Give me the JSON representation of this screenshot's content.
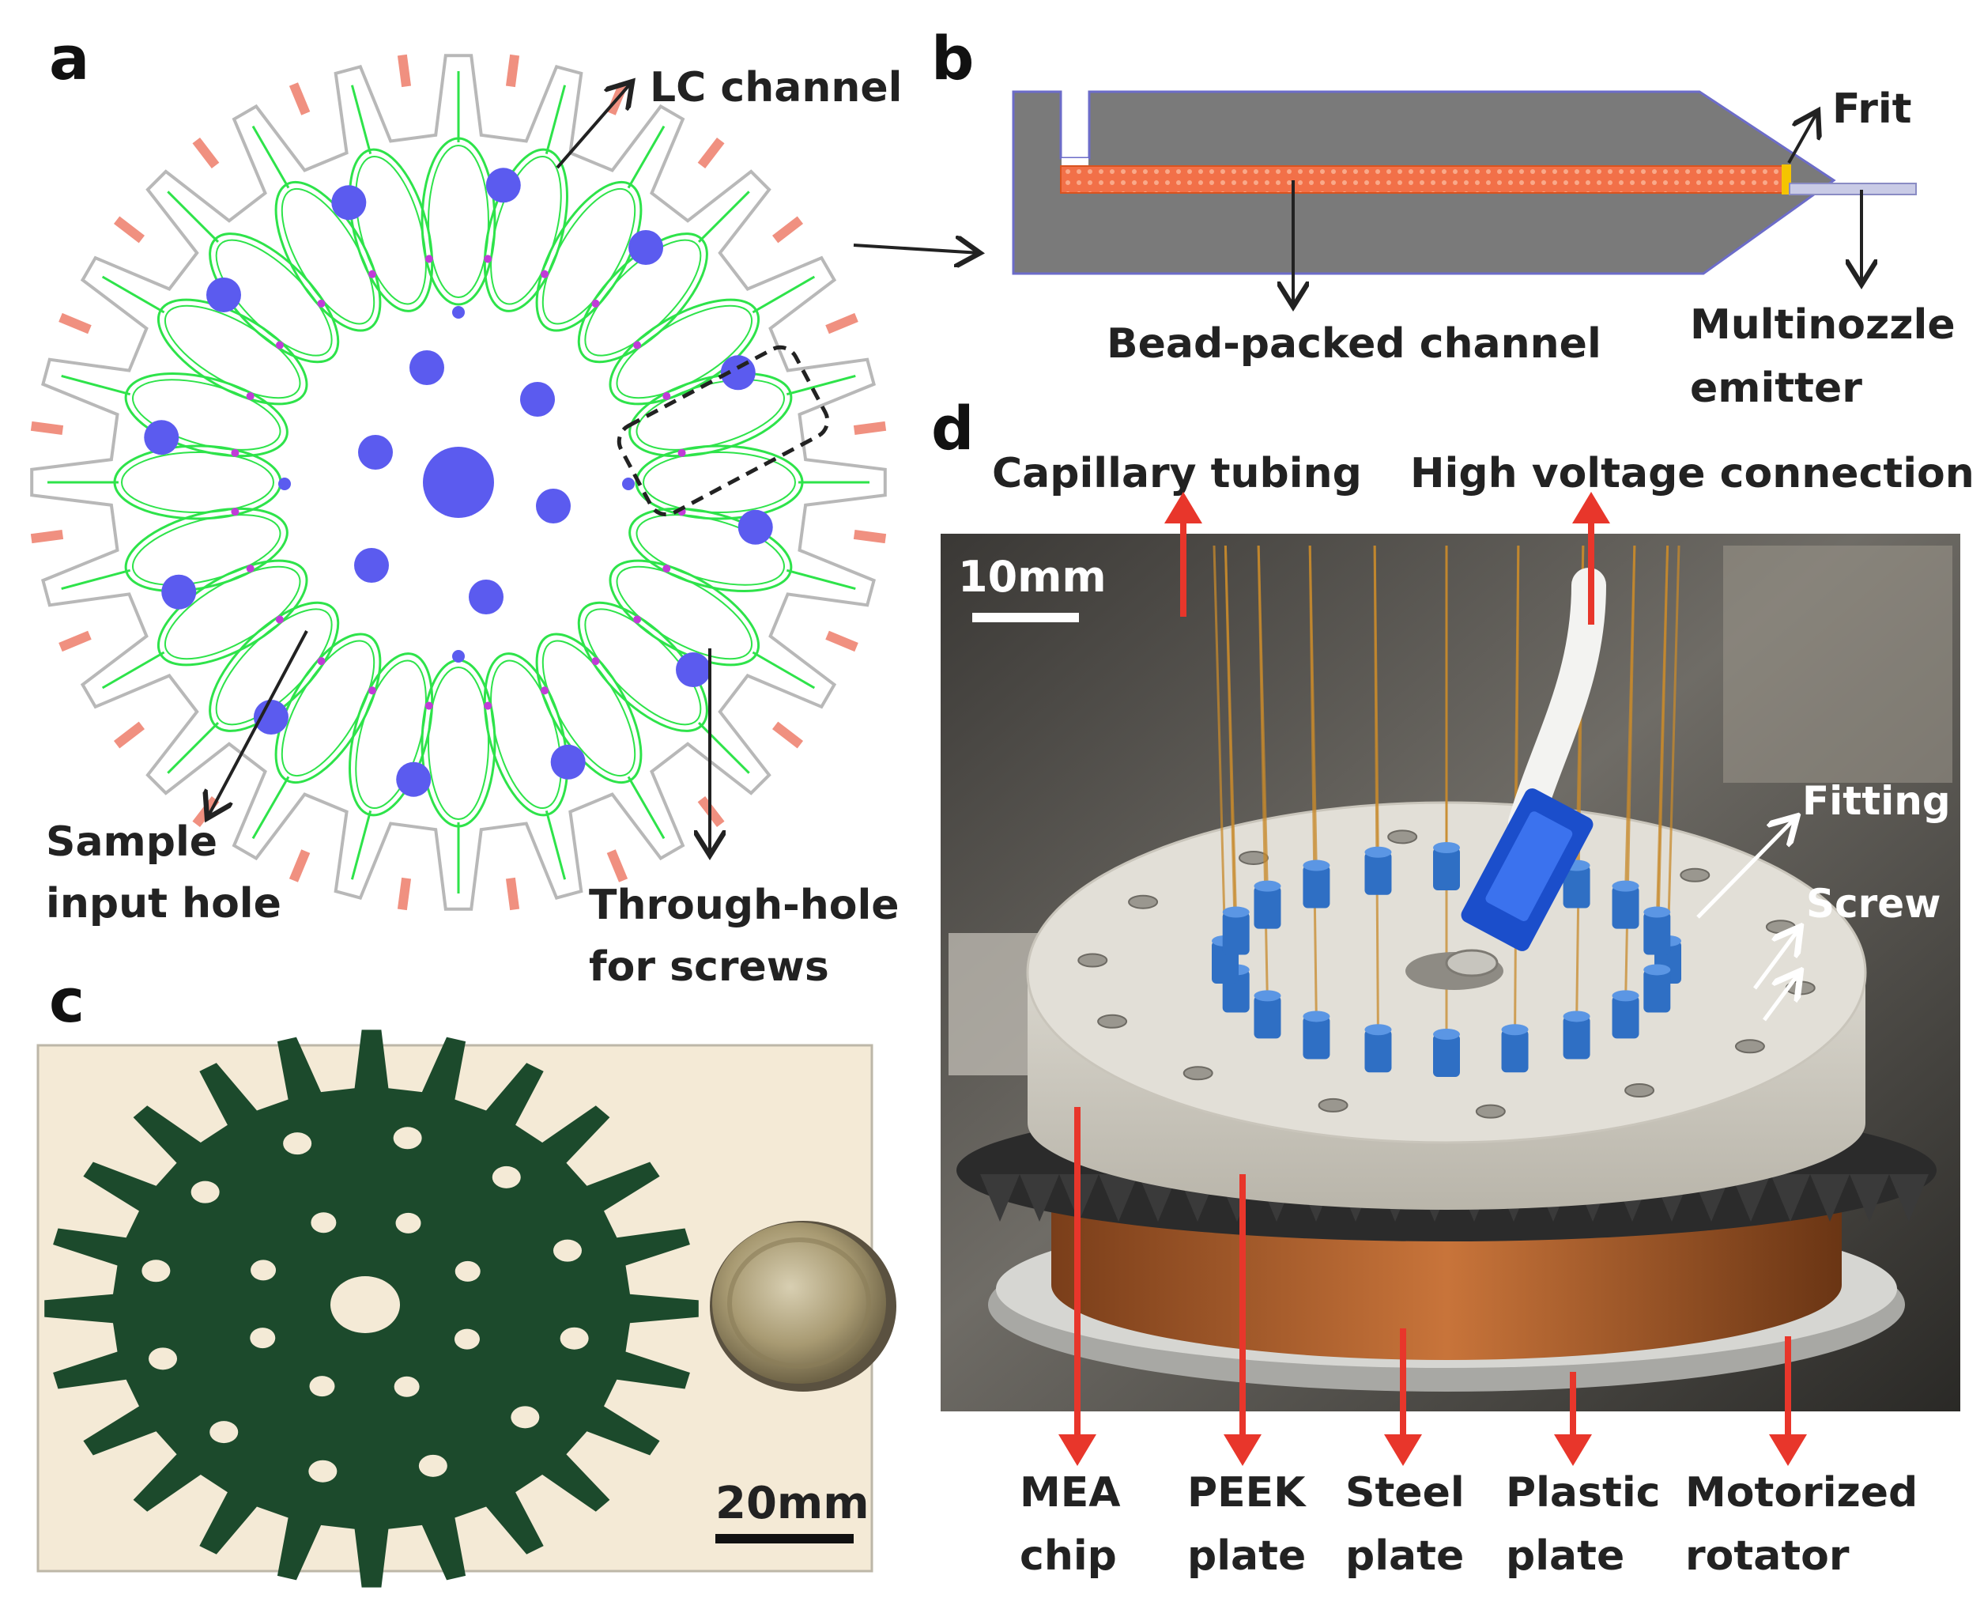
{
  "panels": {
    "a": {
      "letter": "a",
      "lc_channel": "LC channel",
      "sample_line1": "Sample",
      "sample_line2": "input hole",
      "through_line1": "Through-hole",
      "through_line2": "for screws"
    },
    "b": {
      "letter": "b",
      "frit": "Frit",
      "bead": "Bead-packed channel",
      "emitter_line1": "Multinozzle",
      "emitter_line2": "emitter"
    },
    "c": {
      "letter": "c",
      "scale": "20mm"
    },
    "d": {
      "letter": "d",
      "capillary": "Capillary tubing",
      "high_voltage": "High voltage connection",
      "scale": "10mm",
      "fitting": "Fitting",
      "screw": "Screw",
      "mea_line1": "MEA",
      "mea_line2": "chip",
      "peek_line1": "PEEK",
      "peek_line2": "plate",
      "steel_line1": "Steel",
      "steel_line2": "plate",
      "plastic_line1": "Plastic",
      "plastic_line2": "plate",
      "motor_line1": "Motorized",
      "motor_line2": "rotator"
    }
  },
  "colors": {
    "channel_green": "#2ee34a",
    "hole_blue": "#5b5bef",
    "outline_gray": "#b8b8b8",
    "arrow_red": "#e8362b",
    "chip_green": "#1c4a2c",
    "body_gray": "#7a7a7a",
    "bead_orange": "#f27048"
  }
}
